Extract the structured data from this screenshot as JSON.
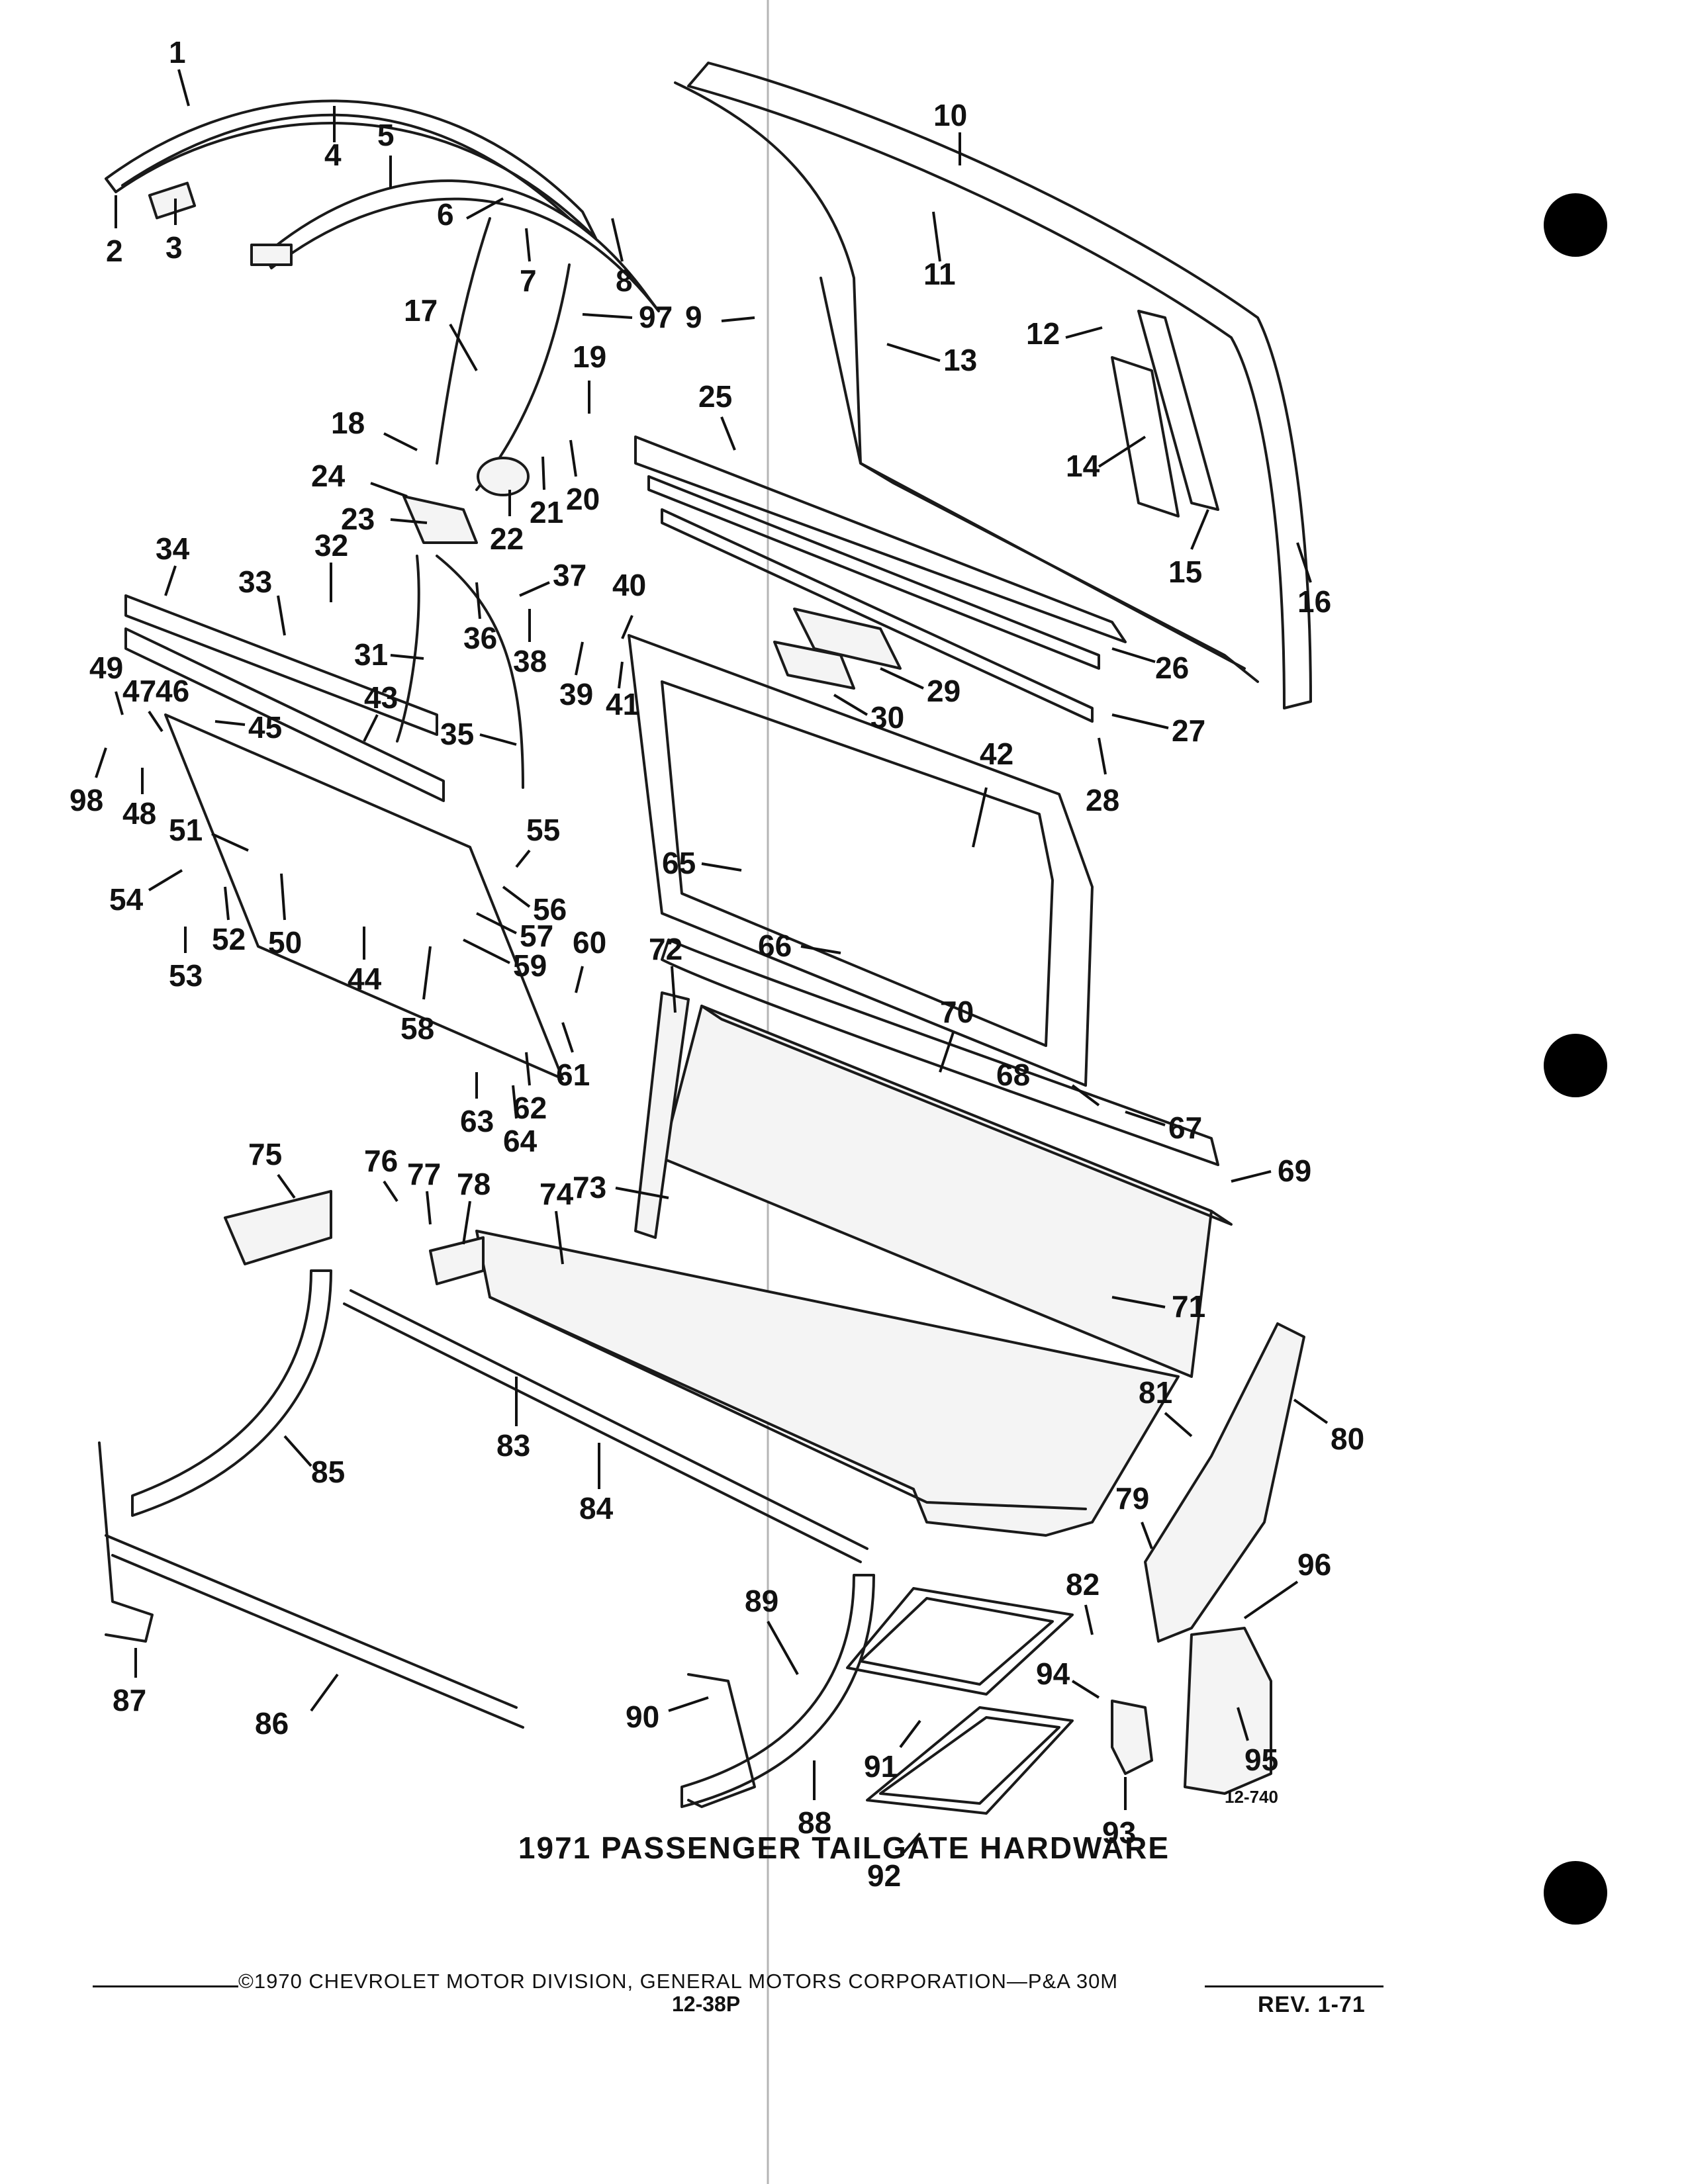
{
  "title": "1971 PASSENGER TAILGATE HARDWARE",
  "figure_code": "12-740",
  "footer": {
    "copyright": "©1970 CHEVROLET MOTOR DIVISION, GENERAL MOTORS CORPORATION—P&A 30M",
    "page": "12-38P",
    "revision": "REV. 1-71"
  },
  "callouts": [
    "1",
    "2",
    "3",
    "4",
    "5",
    "6",
    "7",
    "8",
    "9",
    "10",
    "11",
    "12",
    "13",
    "14",
    "15",
    "16",
    "17",
    "18",
    "19",
    "20",
    "21",
    "22",
    "23",
    "24",
    "25",
    "26",
    "27",
    "28",
    "29",
    "30",
    "31",
    "32",
    "33",
    "34",
    "35",
    "36",
    "37",
    "38",
    "39",
    "40",
    "41",
    "42",
    "43",
    "44",
    "45",
    "46",
    "47",
    "48",
    "49",
    "50",
    "51",
    "52",
    "53",
    "54",
    "55",
    "56",
    "57",
    "58",
    "59",
    "60",
    "61",
    "62",
    "63",
    "64",
    "65",
    "66",
    "67",
    "68",
    "69",
    "70",
    "71",
    "72",
    "73",
    "74",
    "75",
    "76",
    "77",
    "78",
    "79",
    "80",
    "81",
    "82",
    "83",
    "84",
    "85",
    "86",
    "87",
    "88",
    "89",
    "90",
    "91",
    "92",
    "93",
    "94",
    "95",
    "96",
    "97",
    "98"
  ]
}
